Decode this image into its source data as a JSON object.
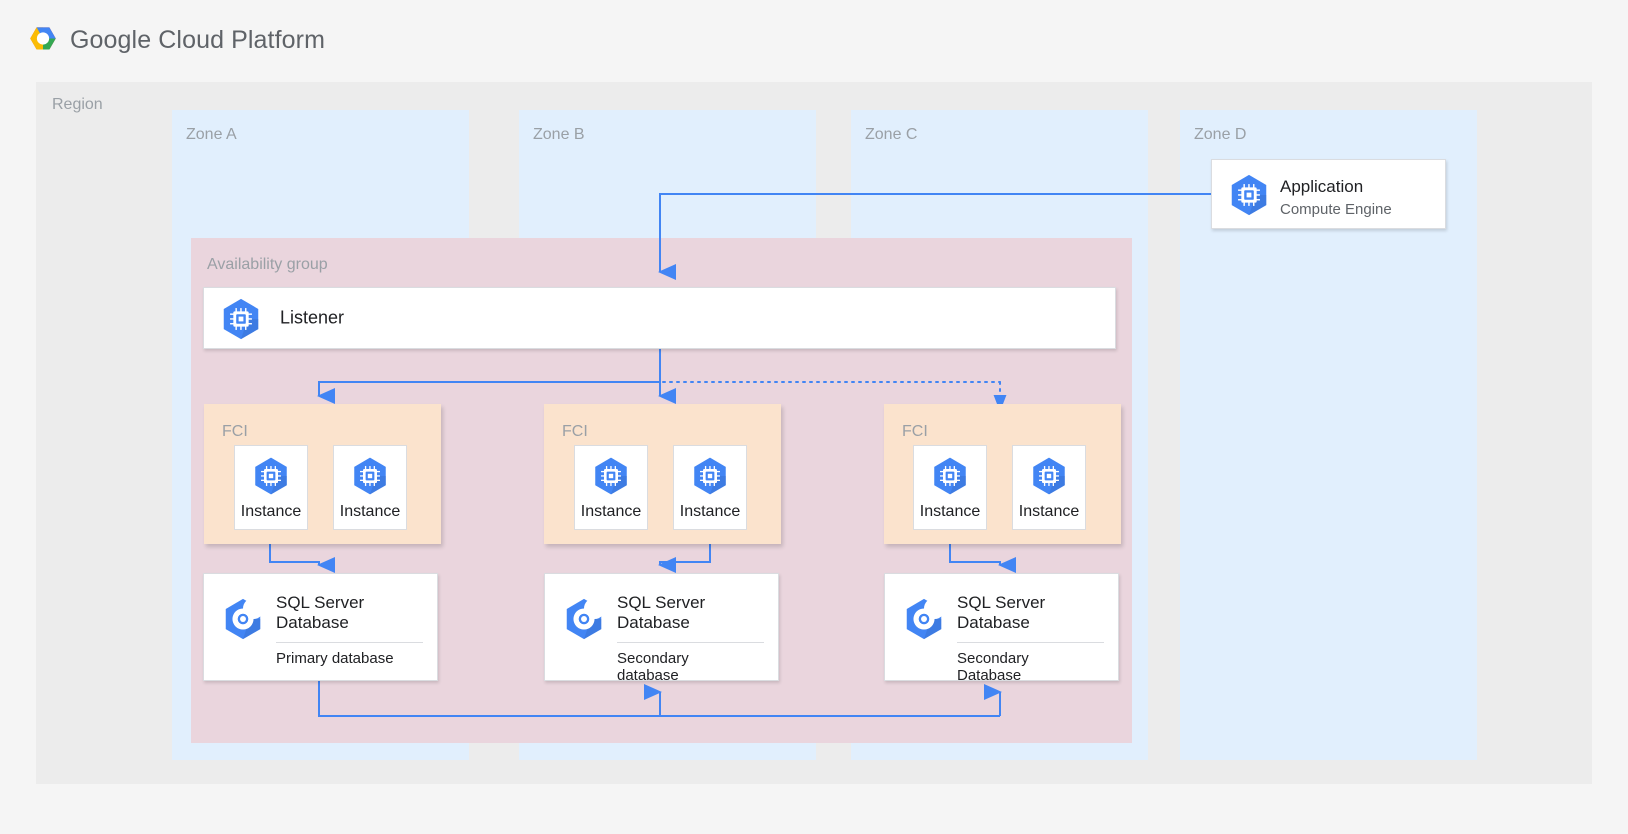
{
  "header": {
    "brand": "Google Cloud Platform",
    "logo_icon": "google-cloud-logo"
  },
  "colors": {
    "page_bg": "#f5f5f5",
    "region_bg": "#ececec",
    "zone_bg": "#e1effd",
    "availability_group_bg": "#ead5dd",
    "fci_bg": "#fbe3cd",
    "card_bg": "#ffffff",
    "connector_blue": "#4285f4",
    "icon_blue": "#4285f4",
    "label_gray": "#9aa0a6",
    "text_dark": "#202124"
  },
  "region": {
    "label": "Region"
  },
  "zones": [
    {
      "label": "Zone A"
    },
    {
      "label": "Zone B"
    },
    {
      "label": "Zone C"
    },
    {
      "label": "Zone D"
    }
  ],
  "application": {
    "title": "Application",
    "subtitle": "Compute Engine",
    "icon": "compute-engine-icon"
  },
  "availability_group": {
    "label": "Availability group",
    "listener": {
      "label": "Listener",
      "icon": "compute-engine-icon"
    }
  },
  "fci_groups": [
    {
      "label": "FCI",
      "instances": [
        {
          "label": "Instance",
          "icon": "compute-engine-icon"
        },
        {
          "label": "Instance",
          "icon": "compute-engine-icon"
        }
      ]
    },
    {
      "label": "FCI",
      "instances": [
        {
          "label": "Instance",
          "icon": "compute-engine-icon"
        },
        {
          "label": "Instance",
          "icon": "compute-engine-icon"
        }
      ]
    },
    {
      "label": "FCI",
      "instances": [
        {
          "label": "Instance",
          "icon": "compute-engine-icon"
        },
        {
          "label": "Instance",
          "icon": "compute-engine-icon"
        }
      ]
    }
  ],
  "databases": [
    {
      "title_line1": "SQL Server",
      "title_line2": "Database",
      "role_line1": "Primary database",
      "role_line2": "",
      "icon": "sql-server-database-icon"
    },
    {
      "title_line1": "SQL Server",
      "title_line2": "Database",
      "role_line1": "Secondary",
      "role_line2": "database",
      "icon": "sql-server-database-icon"
    },
    {
      "title_line1": "SQL Server",
      "title_line2": "Database",
      "role_line1": "Secondary",
      "role_line2": "Database",
      "icon": "sql-server-database-icon"
    }
  ]
}
